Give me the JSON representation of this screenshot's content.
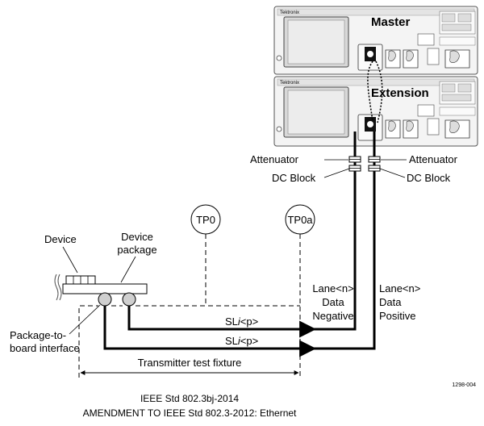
{
  "instruments": {
    "master_label": "Master",
    "extension_label": "Extension",
    "brand": "Tektronix"
  },
  "cabling": {
    "attenuator_left": "Attenuator",
    "attenuator_right": "Attenuator",
    "dc_block_left": "DC Block",
    "dc_block_right": "DC Block"
  },
  "test_points": {
    "tp0": "TP0",
    "tp0a": "TP0a"
  },
  "device": {
    "device_label": "Device",
    "package_label_line1": "Device",
    "package_label_line2": "package",
    "interface_line1": "Package-to-",
    "interface_line2": "board interface"
  },
  "signals": {
    "sli_prefix": "SL",
    "sli_italic": "i",
    "sli_suffix": "<p>"
  },
  "lanes": {
    "negative": [
      "Lane<n>",
      "Data",
      "Negative"
    ],
    "positive": [
      "Lane<n>",
      "Data",
      "Positive"
    ]
  },
  "fixture_label": "Transmitter test fixture",
  "figure_id": "1298-004",
  "caption_line1": "IEEE Std 802.3bj-2014",
  "caption_line2": "AMENDMENT TO IEEE Std 802.3-2012: Ethernet"
}
